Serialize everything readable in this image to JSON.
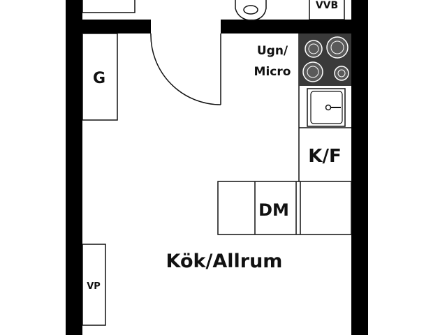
{
  "colors": {
    "wall": "#000000",
    "line": "#111111",
    "background": "#ffffff",
    "stove_panel": "#3a3a3a",
    "burner_fill": "#5a5a5a"
  },
  "labels": {
    "vvb": "VVB",
    "g": "G",
    "ugn": "Ugn/",
    "micro": "Micro",
    "kf": "K/F",
    "dm": "DM",
    "room": "Kök/Allrum",
    "vp": "VP"
  },
  "icons": {
    "door": "door-swing-icon",
    "toilet": "toilet-icon",
    "stove": "stove-icon",
    "sink": "sink-icon"
  }
}
